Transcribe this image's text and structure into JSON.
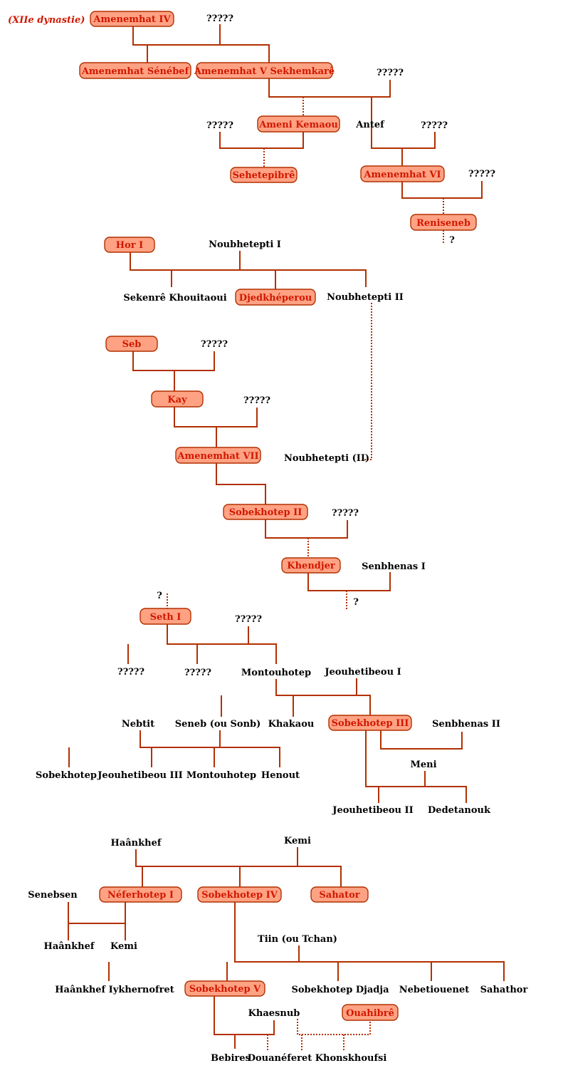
{
  "dynasty_label": "(XIIe dynastie)",
  "colors": {
    "line": "#b23000",
    "box_fill": "#ffa284",
    "box_text": "#d01800",
    "text": "#000000"
  },
  "people": {
    "amenemhat_iv": "Amenemhat IV",
    "unknown_a": "?????",
    "amenemhat_senebef": "Amenemhat Sénébef",
    "amenemhat_v": "Amenemhat V Sekhemkarê",
    "unknown_b": "?????",
    "unknown_c": "?????",
    "ameni_kemaou": "Ameni Kemaou",
    "antef": "Antef",
    "unknown_d": "?????",
    "sehetepibre": "Sehetepibrê",
    "amenemhat_vi": "Amenemhat VI",
    "unknown_e": "?????",
    "reniseneb": "Reniseneb",
    "q_reniseneb": "?",
    "hor_i": "Hor I",
    "noubhetepti_i": "Noubhetepti I",
    "sekenre": "Sekenrê Khouitaoui",
    "djedkheperou": "Djedkhéperou",
    "noubhetepti_ii": "Noubhetepti II",
    "seb": "Seb",
    "unknown_f": "?????",
    "kay": "Kay",
    "unknown_g": "?????",
    "amenemhat_vii": "Amenemhat VII",
    "noubhetepti_ii_b": "Noubhetepti (II)",
    "sobekhotep_ii": "Sobekhotep II",
    "unknown_h": "?????",
    "khendjer": "Khendjer",
    "senbhenas_i": "Senbhenas I",
    "q_khendjer": "?",
    "q_seth": "?",
    "seth_i": "Seth I",
    "unknown_i": "?????",
    "unknown_j": "?????",
    "unknown_k": "?????",
    "montouhotep": "Montouhotep",
    "jeouhetibeou_i": "Jeouhetibeou I",
    "nebtit": "Nebtit",
    "seneb": "Seneb (ou Sonb)",
    "khakaou": "Khakaou",
    "sobekhotep_iii": "Sobekhotep III",
    "senbhenas_ii": "Senbhenas II",
    "sobekhotep_child": "Sobekhotep",
    "jeouhetibeou_iii": "Jeouhetibeou III",
    "montouhotep_child": "Montouhotep",
    "henout": "Henout",
    "meni": "Meni",
    "jeouhetibeou_ii": "Jeouhetibeou II",
    "dedetanouk": "Dedetanouk",
    "haankhef": "Haânkhef",
    "kemi": "Kemi",
    "senebsen": "Senebsen",
    "neferhotep_i": "Néferhotep I",
    "sobekhotep_iv": "Sobekhotep IV",
    "sahator": "Sahator",
    "haankhef_child": "Haânkhef",
    "kemi_child": "Kemi",
    "tiin": "Tiin (ou Tchan)",
    "haankhef_iykhernofret": "Haânkhef Iykhernofret",
    "sobekhotep_v": "Sobekhotep V",
    "sobekhotep_djadja": "Sobekhotep Djadja",
    "nebetiouenet": "Nebetiouenet",
    "sahathor": "Sahathor",
    "khaesnub": "Khaesnub",
    "ouahibre": "Ouahibrê",
    "bebires": "Bebires",
    "douaneferet": "Douanéferet",
    "khonskhoufsi": "Khonskhoufsi"
  }
}
